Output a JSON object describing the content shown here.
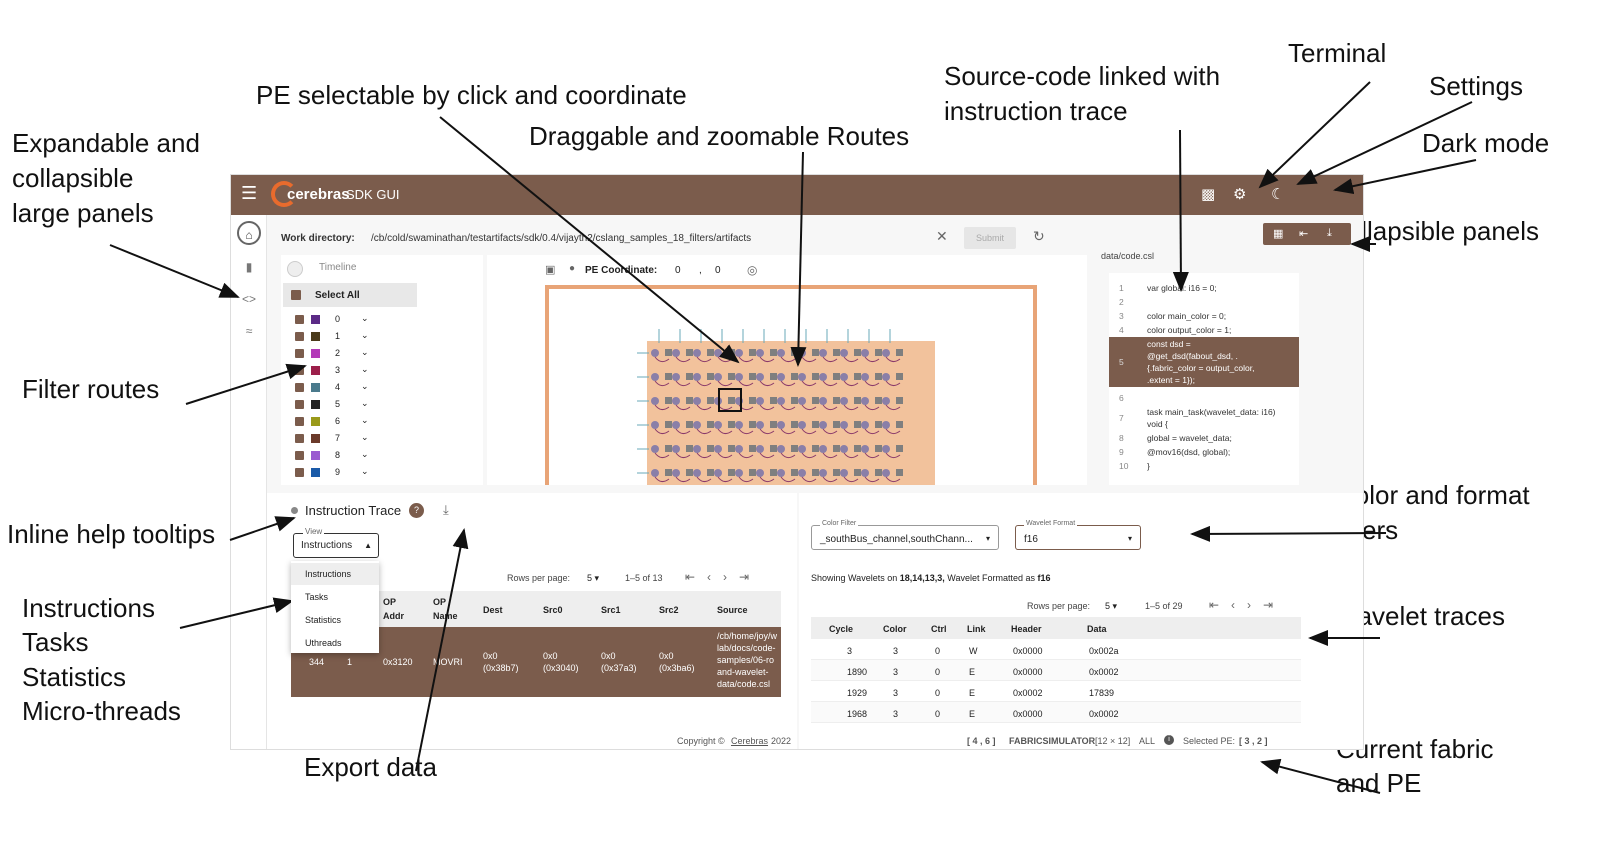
{
  "annotations": {
    "expandable": [
      "Expandable and",
      "collapsible",
      "large panels"
    ],
    "pe_selectable": "PE selectable by click and coordinate",
    "draggable": "Draggable and zoomable Routes",
    "source_code": [
      "Source-code linked with",
      "instruction trace"
    ],
    "terminal": "Terminal",
    "settings": "Settings",
    "dark_mode": "Dark mode",
    "collapsible_panels": "Collapsible panels",
    "filter_routes": "Filter routes",
    "inline_help": "Inline help tooltips",
    "views": [
      "Instructions",
      "Tasks",
      "Statistics",
      "Micro-threads"
    ],
    "export_data": "Export data",
    "color_format": [
      "Color and format",
      "filters"
    ],
    "wavelet_traces": "Wavelet traces",
    "current_fabric": [
      "Current fabric",
      "and PE"
    ]
  },
  "app": {
    "brand": "cerebras",
    "product": "SDK GUI",
    "workdir_label": "Work directory:",
    "workdir_value": "/cb/cold/swaminathan/testartifacts/sdk/0.4/vijayth2/cslang_samples_18_filters/artifacts",
    "submit_label": "Submit"
  },
  "filter": {
    "timeline_label": "Timeline",
    "select_all": "Select All",
    "items": [
      {
        "label": "0",
        "color": "#5b2a86"
      },
      {
        "label": "1",
        "color": "#4a3a1a"
      },
      {
        "label": "2",
        "color": "#b33ab8"
      },
      {
        "label": "3",
        "color": "#9c1f4a"
      },
      {
        "label": "4",
        "color": "#4a7a8c"
      },
      {
        "label": "5",
        "color": "#222222"
      },
      {
        "label": "6",
        "color": "#9a9a1a"
      },
      {
        "label": "7",
        "color": "#6b3a2a"
      },
      {
        "label": "8",
        "color": "#9a5ad0"
      },
      {
        "label": "9",
        "color": "#1a5aa8"
      }
    ]
  },
  "routes": {
    "pe_label": "PE Coordinate:",
    "pe_x": "0",
    "pe_sep": ",",
    "pe_y": "0"
  },
  "code": {
    "file": "data/code.csl",
    "lines": [
      {
        "n": "1",
        "t": "var global: i16 = 0;"
      },
      {
        "n": "2",
        "t": ""
      },
      {
        "n": "3",
        "t": "color main_color = 0;"
      },
      {
        "n": "4",
        "t": "color output_color = 1;"
      },
      {
        "n": "5",
        "t": [
          "const dsd =",
          "@get_dsd(fabout_dsd, .",
          "{.fabric_color = output_color,",
          ".extent = 1});"
        ]
      },
      {
        "n": "6",
        "t": ""
      },
      {
        "n": "7",
        "t": [
          "task main_task(wavelet_data: i16)",
          "void {"
        ]
      },
      {
        "n": "8",
        "t": "global = wavelet_data;"
      },
      {
        "n": "9",
        "t": "@mov16(dsd, global);"
      },
      {
        "n": "10",
        "t": "}"
      }
    ]
  },
  "itrace": {
    "title": "Instruction Trace",
    "view_label": "View",
    "view_value": "Instructions",
    "menu": [
      "Instructions",
      "Tasks",
      "Statistics",
      "Uthreads"
    ],
    "rows_per_page_label": "Rows per page:",
    "rows_per_page": "5",
    "range": "1–5 of 13",
    "columns": [
      "OP",
      "Addr",
      "OP",
      "Name",
      "Dest",
      "Src0",
      "Src1",
      "Src2",
      "Source"
    ],
    "row": {
      "c1": "344",
      "c2": "1",
      "addr": "0x3120",
      "name": "MOVRI",
      "dest": [
        "0x0",
        "(0x38b7)"
      ],
      "src0": [
        "0x0",
        "(0x3040)"
      ],
      "src1": [
        "0x0",
        "(0x37a3)"
      ],
      "src2": [
        "0x0",
        "(0x3ba6)"
      ],
      "source": [
        "/cb/home/joy/w",
        "lab/docs/code-",
        "samples/06-ro",
        "and-wavelet-",
        "data/code.csl"
      ]
    }
  },
  "wave": {
    "color_filter_label": "Color Filter",
    "color_filter_value": "_southBus_channel,southChann...",
    "wavelet_format_label": "Wavelet Format",
    "wavelet_format_value": "f16",
    "showing_prefix": "Showing Wavelets on",
    "showing_target": "18,14,13,3,",
    "showing_mid": "Wavelet Formatted as",
    "showing_format": "f16",
    "rows_per_page_label": "Rows per page:",
    "rows_per_page": "5",
    "range": "1–5 of 29",
    "columns": [
      "Cycle",
      "Color",
      "Ctrl",
      "Link",
      "Header",
      "Data"
    ],
    "rows": [
      [
        "3",
        "3",
        "0",
        "W",
        "0x0000",
        "0x002a"
      ],
      [
        "1890",
        "3",
        "0",
        "E",
        "0x0000",
        "0x0002"
      ],
      [
        "1929",
        "3",
        "0",
        "E",
        "0x0002",
        "17839"
      ],
      [
        "1968",
        "3",
        "0",
        "E",
        "0x0000",
        "0x0002"
      ]
    ]
  },
  "footer": {
    "copyright": "Copyright ©",
    "company": "Cerebras",
    "year": "2022",
    "fabric_dims": "[ 4 , 6 ]",
    "fabric_name": "FABRICSIMULATOR",
    "fabric_size": "[12 × 12]",
    "scope": "ALL",
    "selected_pe_label": "Selected PE:",
    "selected_pe": "[ 3 , 2 ]"
  },
  "colors": {
    "accent": "#7b5c4c",
    "routes_border": "#e8a477",
    "grid_fill": "#f2c29c",
    "logo": "#e86b2d"
  }
}
